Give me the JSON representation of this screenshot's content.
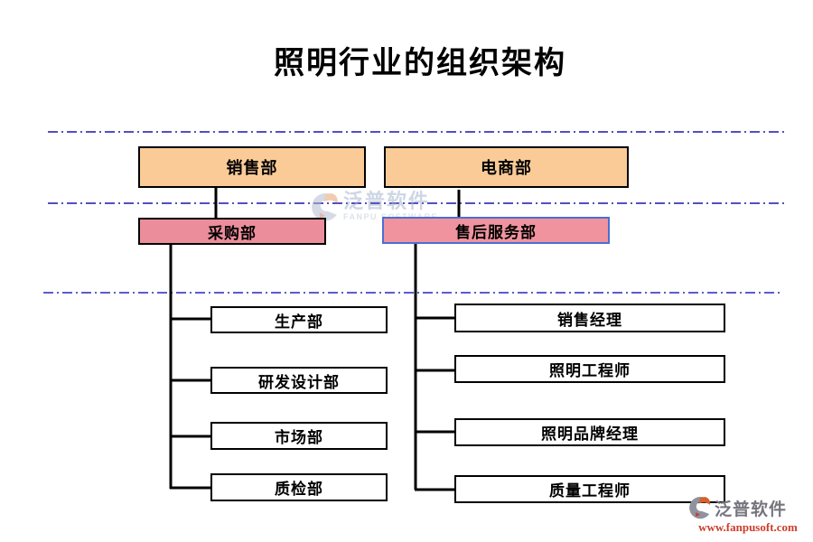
{
  "title": "照明行业的组织架构",
  "org": {
    "top_row": [
      {
        "id": "sales",
        "label": "销售部"
      },
      {
        "id": "ecommerce",
        "label": "电商部"
      }
    ],
    "mid_row": [
      {
        "id": "purchasing",
        "label": "采购部",
        "highlighted": false
      },
      {
        "id": "after_sales",
        "label": "售后服务部",
        "highlighted": true
      }
    ],
    "purchasing_children": [
      "生产部",
      "研发设计部",
      "市场部",
      "质检部"
    ],
    "after_sales_children": [
      "销售经理",
      "照明工程师",
      "照明品牌经理",
      "质量工程师"
    ]
  },
  "watermark": {
    "brand": "泛普软件",
    "brand_en": "FANPU SOFTWARE"
  },
  "footer": {
    "brand": "泛普软件",
    "url_text": "www.fanpusoft.com"
  },
  "colors": {
    "dept_fill": "#FACB97",
    "sub_dept_fill": "#EC8D9C",
    "highlight_border": "#4a6fd4",
    "guide_line_blue": "#1616b0",
    "connector_black": "#000000",
    "footer_url_red": "#cc3d2a"
  }
}
